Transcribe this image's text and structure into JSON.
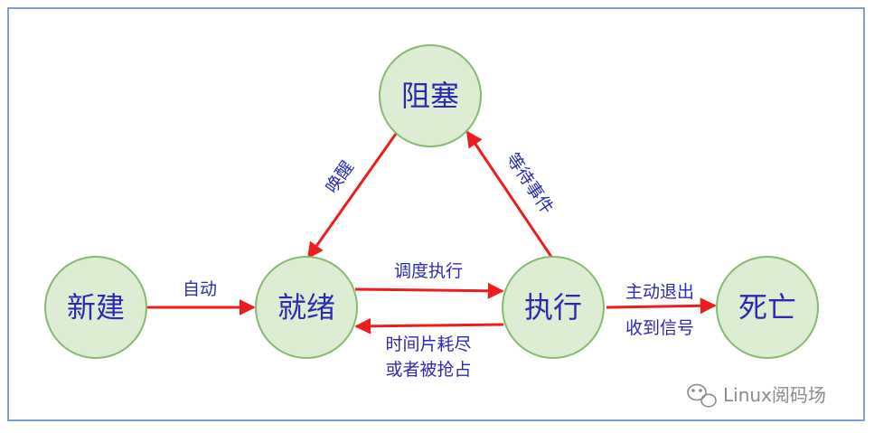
{
  "nodes": {
    "new": "新建",
    "ready": "就绪",
    "blocked": "阻塞",
    "running": "执行",
    "dead": "死亡"
  },
  "edges": {
    "auto": "自动",
    "schedule": "调度执行",
    "timeout_line1": "时间片耗尽",
    "timeout_line2": "或者被抢占",
    "wake": "唤醒",
    "wait": "等待事件",
    "exit_line1": "主动退出",
    "exit_line2": "收到信号"
  },
  "watermark": {
    "text": "Linux阅码场",
    "icon": "wechat-icon"
  },
  "colors": {
    "node_fill": "#dcedd3",
    "node_stroke": "#86ba6e",
    "text": "#2b2bb0",
    "arrow": "#ee1c1c",
    "frame": "#7e9fd4"
  }
}
